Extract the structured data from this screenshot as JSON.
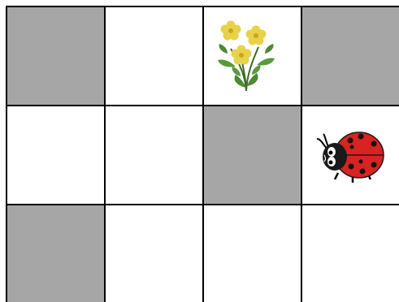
{
  "grid": {
    "rows": 3,
    "cols": 4,
    "colors": {
      "gray": "#a6a6a6",
      "white": "#ffffff",
      "line": "#000000"
    },
    "cells": [
      [
        "gray",
        "white",
        "white",
        "gray"
      ],
      [
        "white",
        "white",
        "gray",
        "white"
      ],
      [
        "gray",
        "white",
        "white",
        "white"
      ]
    ]
  },
  "items": [
    {
      "type": "flower",
      "icon": "flower-icon",
      "row": 0,
      "col": 2
    },
    {
      "type": "ladybug",
      "icon": "ladybug-icon",
      "row": 1,
      "col": 3
    }
  ]
}
